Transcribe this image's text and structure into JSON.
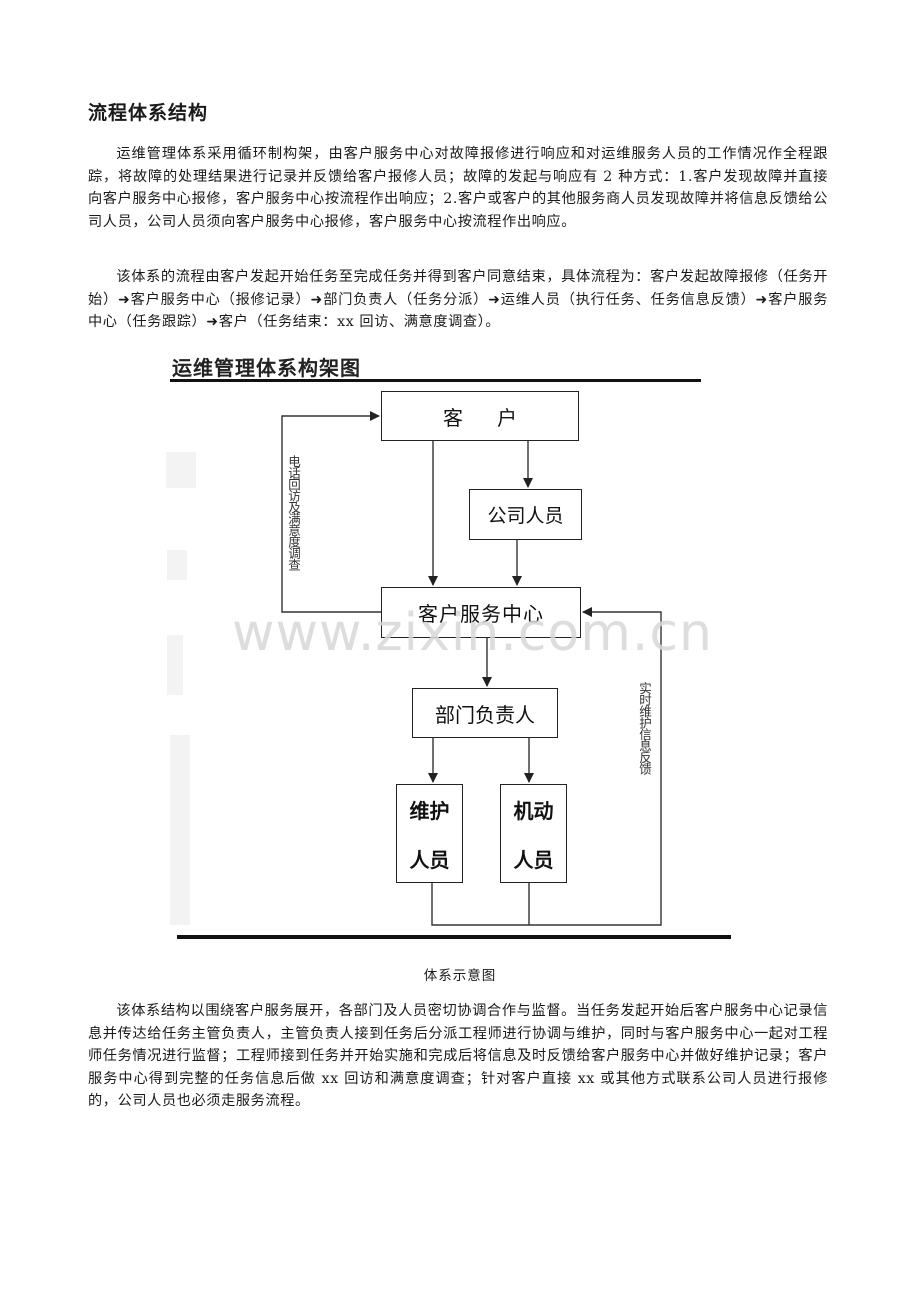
{
  "heading": "流程体系结构",
  "paragraphs": [
    "运维管理体系采用循环制构架，由客户服务中心对故障报修进行响应和对运维服务人员的工作情况作全程跟踪，将故障的处理结果进行记录并反馈给客户报修人员；故障的发起与响应有 2 种方式：1.客户发现故障并直接向客户服务中心报修，客户服务中心按流程作出响应；2.客户或客户的其他服务商人员发现故障并将信息反馈给公司人员，公司人员须向客户服务中心报修，客户服务中心按流程作出响应。",
    "该体系的流程由客户发起开始任务至完成任务并得到客户同意结束，具体流程为：客户发起故障报修（任务开始）➜客户服务中心（报修记录）➜部门负责人（任务分派）➜运维人员（执行任务、任务信息反馈）➜客户服务中心（任务跟踪）➜客户（任务结束：xx 回访、满意度调查）。",
    "该体系结构以围绕客户服务展开，各部门及人员密切协调合作与监督。当任务发起开始后客户服务中心记录信息并传达给任务主管负责人，主管负责人接到任务后分派工程师进行协调与维护，同时与客户服务中心一起对工程师任务情况进行监督；工程师接到任务并开始实施和完成后将信息及时反馈给客户服务中心并做好维护记录；客户服务中心得到完整的任务信息后做 xx 回访和满意度调查；针对客户直接 xx 或其他方式联系公司人员进行报修的，公司人员也必须走服务流程。"
  ],
  "diagram": {
    "title": "运维管理体系构架图",
    "nodes": {
      "customer": "客户",
      "company_staff": "公司人员",
      "service_center": "客户服务中心",
      "dept_head": "部门负责人",
      "maintenance_staff": [
        "维护",
        "人员"
      ],
      "mobile_staff": [
        "机动",
        "人员"
      ]
    },
    "edge_labels": {
      "callback": "电话回访及满意度调查",
      "feedback": "实时维护信息反馈"
    },
    "caption": "体系示意图"
  },
  "watermark": "www.zixin.com.cn"
}
